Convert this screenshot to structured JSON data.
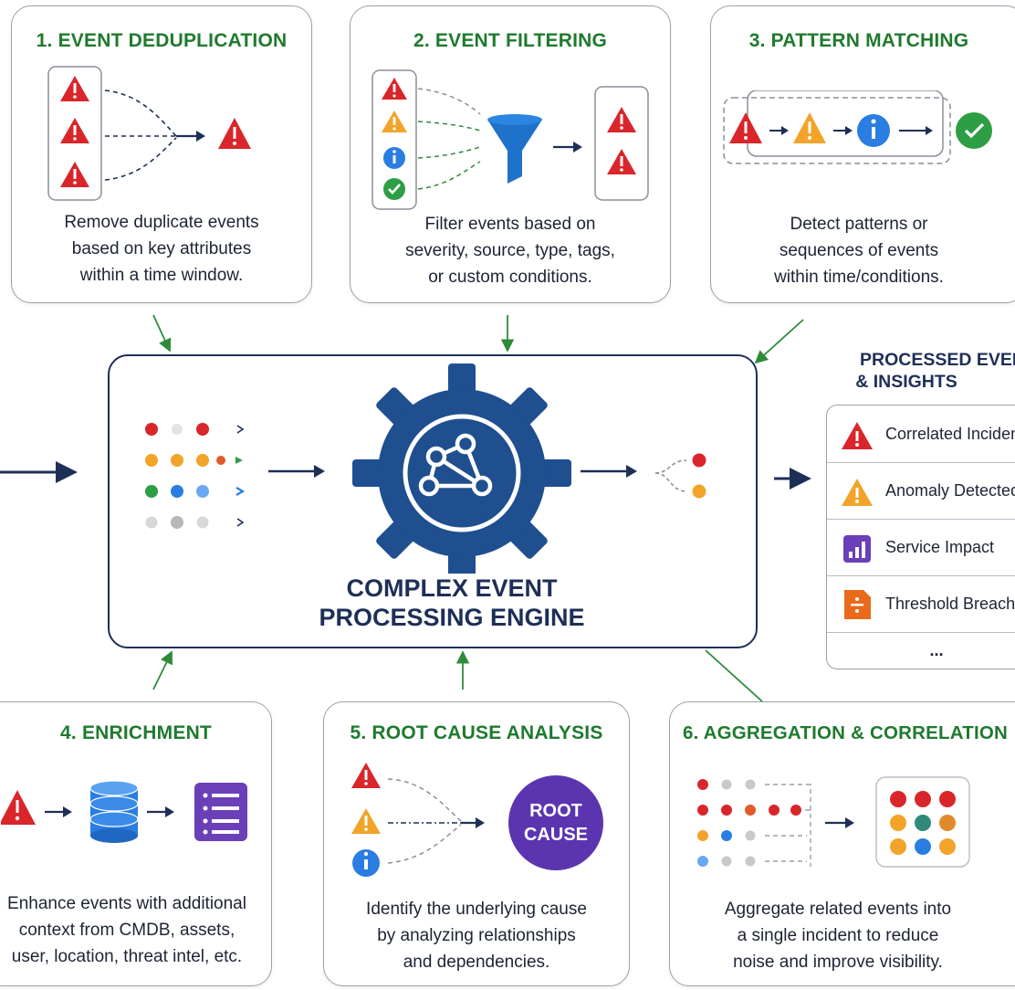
{
  "cards": {
    "dedup": {
      "title": "1. EVENT DEDUPLICATION",
      "desc": [
        "Remove duplicate events",
        "based on key attributes",
        "within a time window."
      ]
    },
    "filter": {
      "title": "2. EVENT FILTERING",
      "desc": [
        "Filter events based on",
        "severity, source, type, tags,",
        "or custom conditions."
      ]
    },
    "pattern": {
      "title": "3. PATTERN MATCHING",
      "desc": [
        "Detect patterns or",
        "sequences of events",
        "within time/conditions."
      ]
    },
    "enrich": {
      "title": "4. ENRICHMENT",
      "desc": [
        "Enhance events with additional",
        "context from CMDB, assets,",
        "user, location, threat intel, etc."
      ]
    },
    "rca": {
      "title": "5. ROOT CAUSE ANALYSIS",
      "desc": [
        "Identify the underlying cause",
        "by analyzing relationships",
        "and dependencies."
      ],
      "badge": [
        "ROOT",
        "CAUSE"
      ]
    },
    "agg": {
      "title": "6. AGGREGATION & CORRELATION",
      "desc": [
        "Aggregate related events into",
        "a single incident to reduce",
        "noise and improve visibility."
      ]
    }
  },
  "engine": {
    "label": [
      "COMPLEX EVENT",
      "PROCESSING ENGINE"
    ]
  },
  "output": {
    "title": [
      "PROCESSED EVENTS",
      "& INSIGHTS"
    ],
    "items": [
      {
        "label": "Correlated Incidents",
        "icon": "warning-red-icon"
      },
      {
        "label": "Anomaly Detected",
        "icon": "warning-orange-icon"
      },
      {
        "label": "Service Impact",
        "icon": "bar-chart-icon"
      },
      {
        "label": "Threshold Breach",
        "icon": "threshold-icon"
      }
    ],
    "more": "..."
  },
  "colors": {
    "title_green": "#1f7a2e",
    "navy": "#1e2f57",
    "red": "#d9262b",
    "orange": "#f2a42a",
    "blue": "#2a7de1",
    "green": "#2e9e45",
    "purple": "#6a3fb8",
    "gear": "#1f4f8f"
  }
}
